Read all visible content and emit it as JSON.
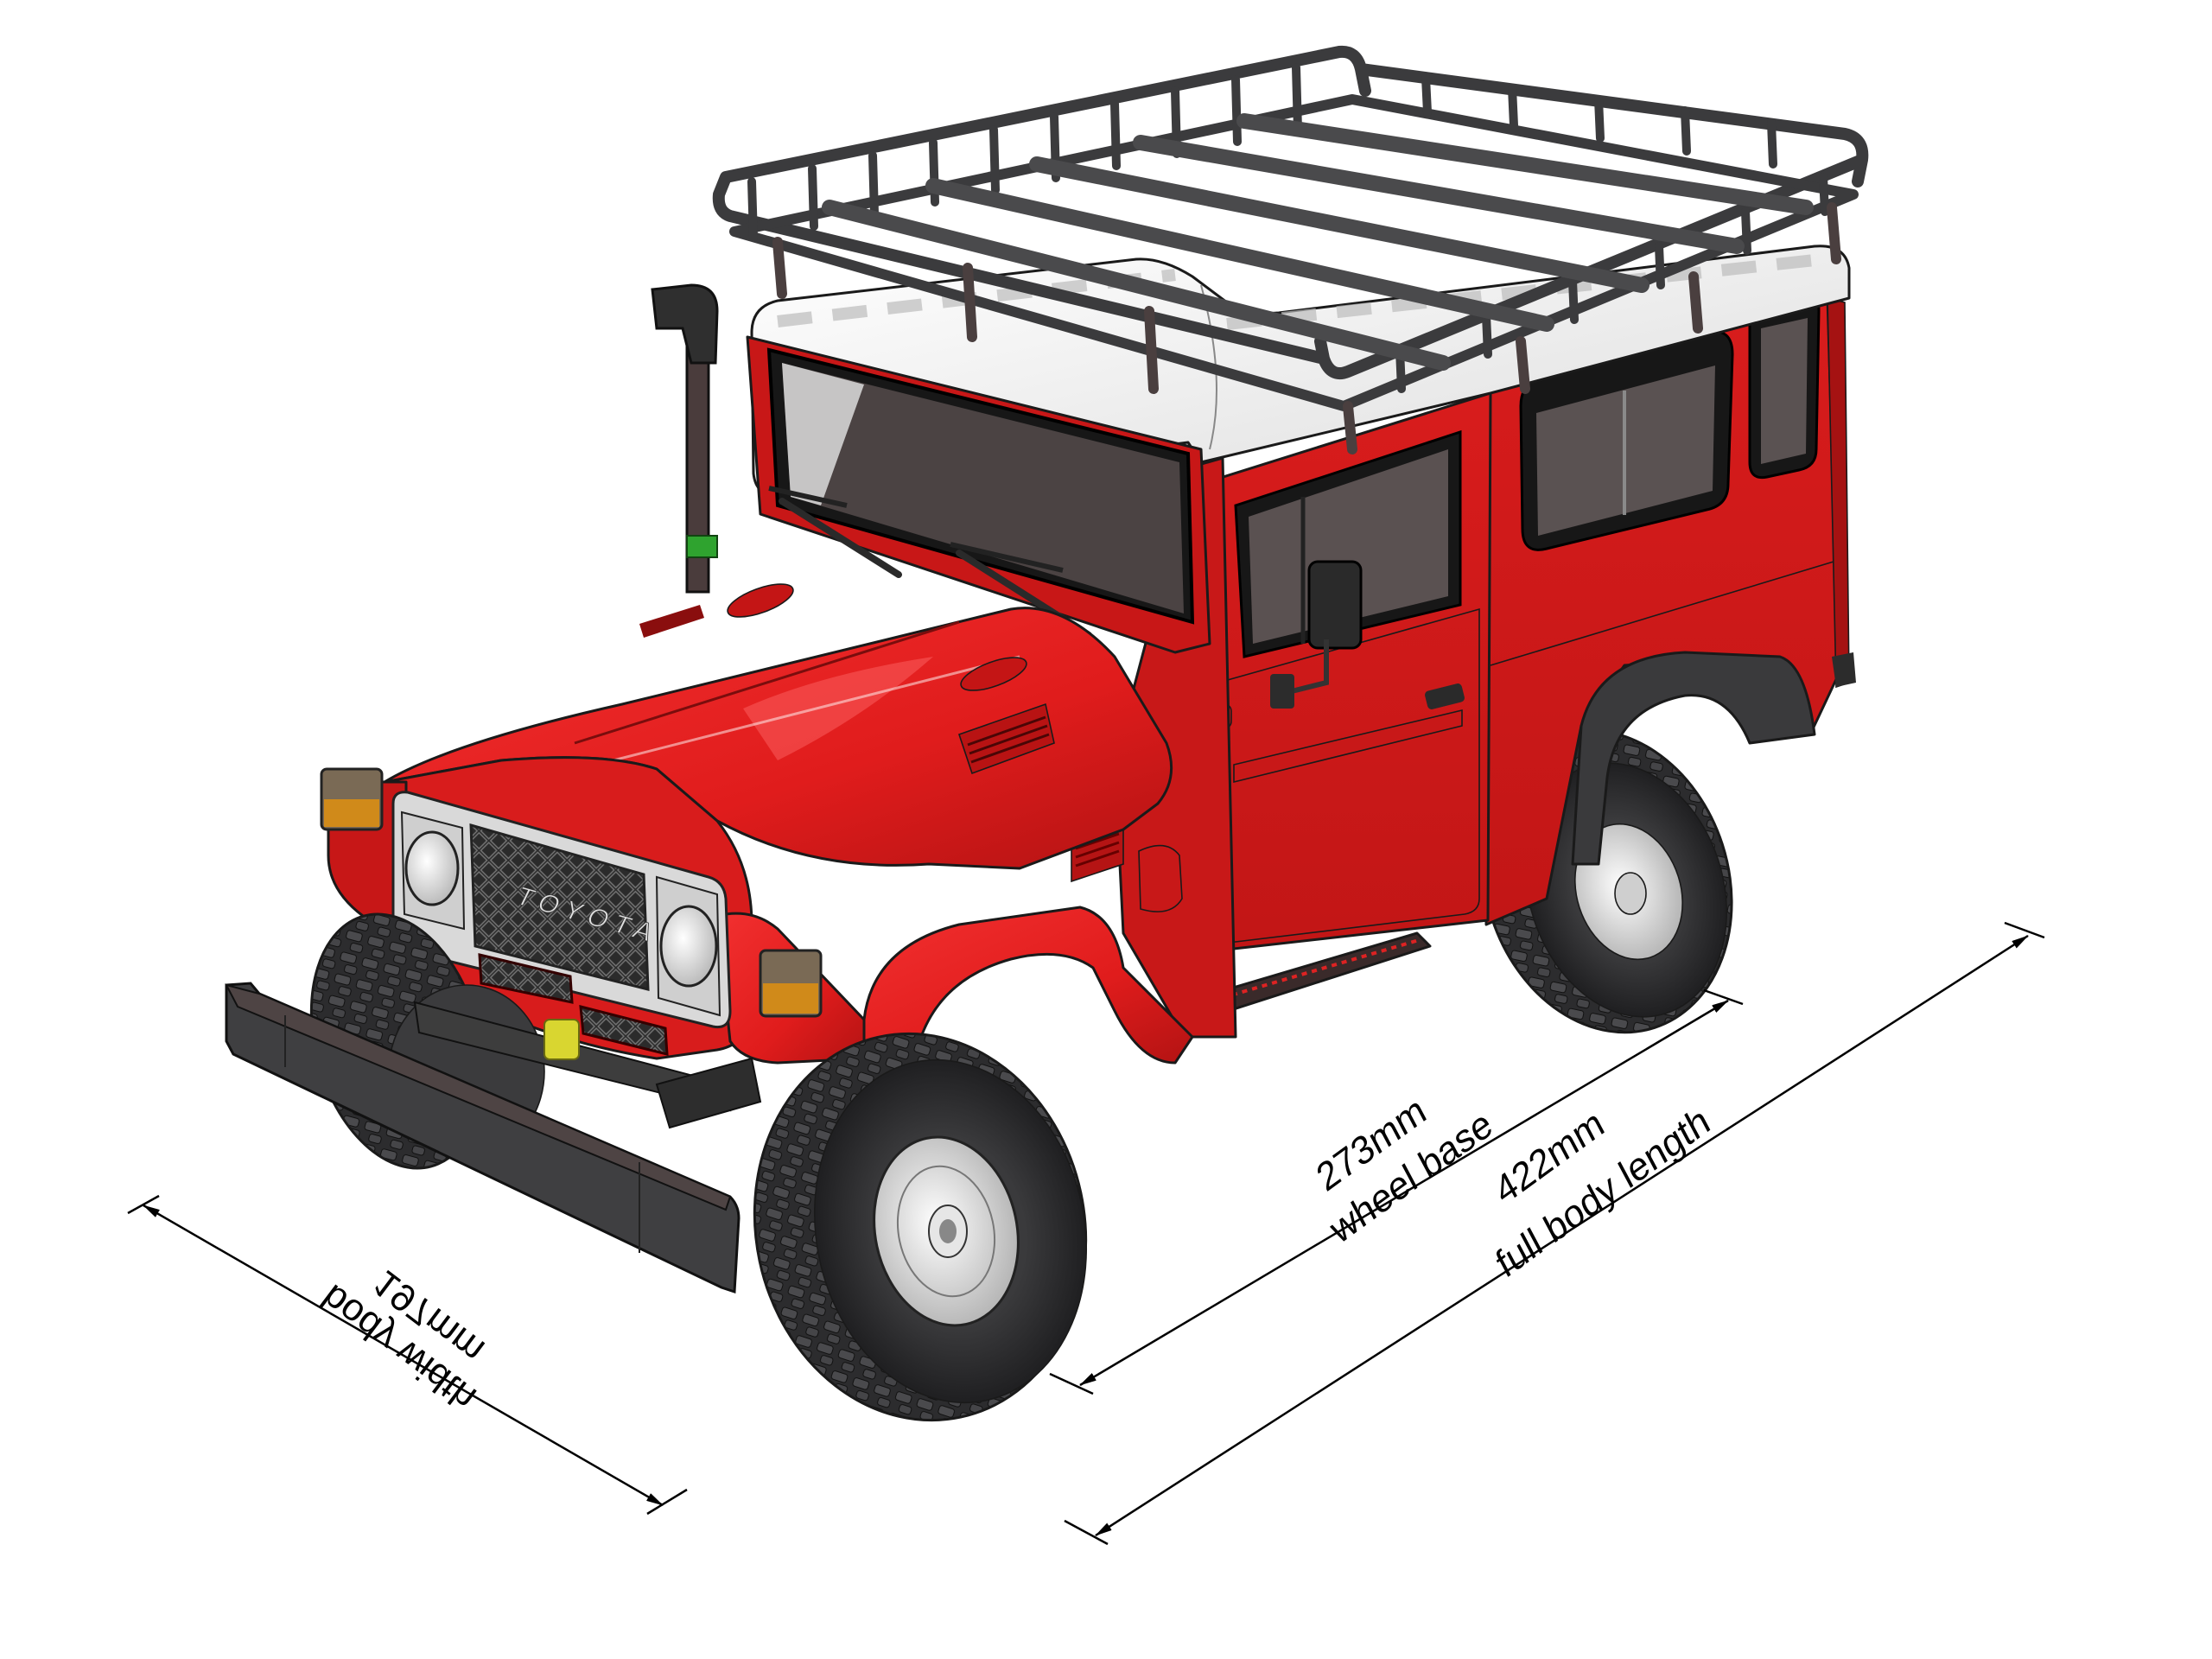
{
  "figure": {
    "subject": "Toyota Land Cruiser 4x4 scale model",
    "grille_badge": "TOYOTA",
    "colors": {
      "body_red": "#e41d1d",
      "body_red_shadow": "#b81414",
      "roof_white": "#f4f4f4",
      "rack_dark": "#3b3b3d",
      "tire": "#2e2e30",
      "rim": "#ececec",
      "glass": "#4a4343",
      "indicator_amber": "#d08a1a",
      "snorkel_clip_green": "#2fa32f",
      "tow_hook_yellow": "#d9d630",
      "background": "#ffffff",
      "dimension_line": "#000000"
    }
  },
  "dimensions": {
    "body_width": {
      "value": "197mm",
      "label": "body width"
    },
    "wheel_base": {
      "value": "273mm",
      "label": "wheel base"
    },
    "full_length": {
      "value": "422mm",
      "label": "full body length"
    }
  }
}
